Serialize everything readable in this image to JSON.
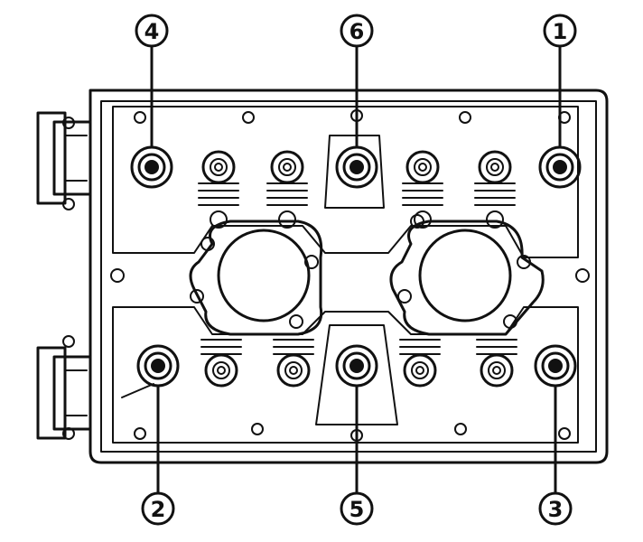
{
  "diagram": {
    "bolts": [
      {
        "id": "bolt-4",
        "label": "4"
      },
      {
        "id": "bolt-6",
        "label": "6"
      },
      {
        "id": "bolt-1",
        "label": "1"
      },
      {
        "id": "bolt-2",
        "label": "2"
      },
      {
        "id": "bolt-5",
        "label": "5"
      },
      {
        "id": "bolt-3",
        "label": "3"
      }
    ],
    "colors": {
      "ink": "#111111",
      "paper": "#ffffff"
    }
  }
}
